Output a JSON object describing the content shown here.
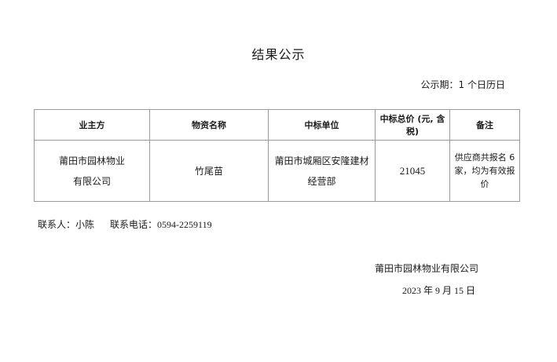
{
  "document": {
    "title": "结果公示",
    "period": "公示期：1 个日历日"
  },
  "table": {
    "headers": [
      "业主方",
      "物资名称",
      "中标单位",
      "中标总价 (元, 含税)",
      "备注"
    ],
    "row": {
      "owner_line1": "莆田市园林物业",
      "owner_line2": "有限公司",
      "material": "竹尾苗",
      "winner_line1": "莆田市城厢区安隆建材",
      "winner_line2": "经营部",
      "total_price": "21045",
      "remark_line1": "供应商共报名 6",
      "remark_line2": "家，均为有效报价"
    }
  },
  "contact": {
    "label": "联系人：小陈",
    "phone_label": "联系电话：",
    "phone": "0594-2259119"
  },
  "footer": {
    "company": "莆田市园林物业有限公司",
    "date": "2023 年 9 月 15 日"
  }
}
